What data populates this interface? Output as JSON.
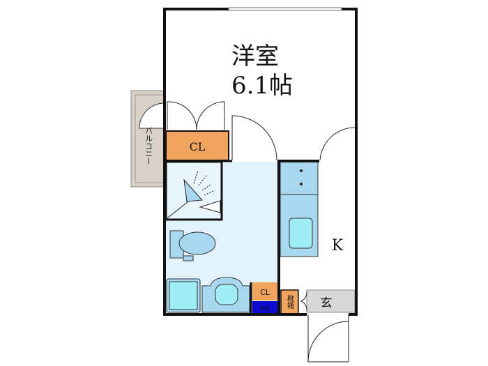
{
  "room": {
    "name": "洋室",
    "size": "6.1帖"
  },
  "balcony": {
    "label": "バルコニー"
  },
  "closet_main": {
    "label": "CL"
  },
  "closet_small": {
    "label": "CL"
  },
  "pipe_space": {
    "label": "PS"
  },
  "kitchen": {
    "label": "K"
  },
  "shoe_box": {
    "label": "靴箱"
  },
  "entrance": {
    "label": "玄"
  },
  "colors": {
    "closet": "#f0a45e",
    "wet_area": "#e2f2fd",
    "fixture": "#a8d8f0",
    "fixture_inner": "#a0ecf7",
    "pipe_space": "#0b0bd1",
    "balcony": "#d9d0c8",
    "entrance": "#d8d8d8",
    "wall": "#111111"
  }
}
